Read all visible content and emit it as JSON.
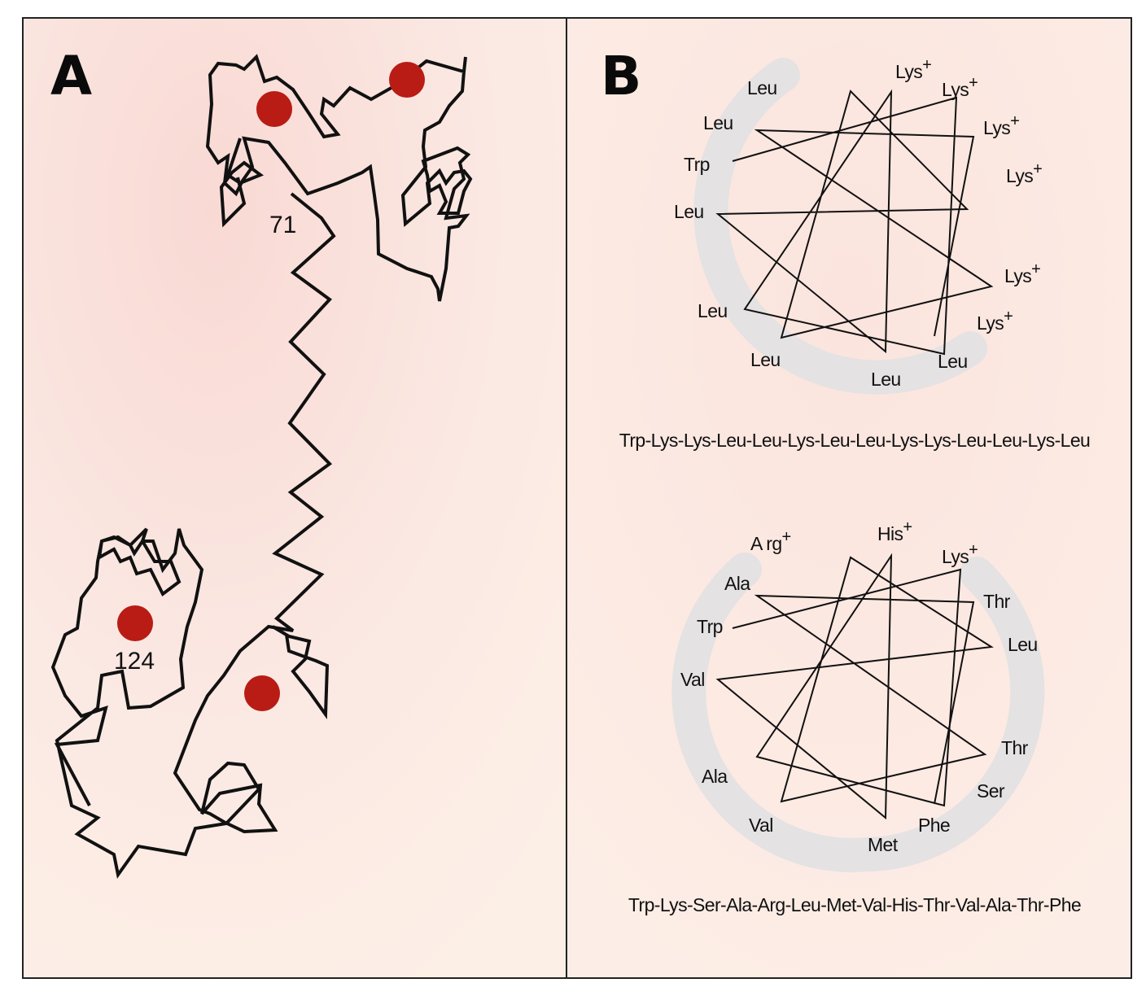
{
  "panel_a": {
    "label": "A",
    "residue_labels": [
      "71",
      "124"
    ]
  },
  "panel_b": {
    "label": "B",
    "helices": [
      {
        "residues": [
          "Leu",
          "Leu",
          "Trp",
          "Leu",
          "Leu",
          "Leu",
          "Leu",
          "Leu",
          "Lys+",
          "Lys+",
          "Lys+",
          "Lys+",
          "Lys+",
          "Lys+"
        ],
        "sequence": "Trp-Lys-Lys-Leu-Leu-Lys-Leu-Leu-Lys-Lys-Leu-Leu-Lys-Leu"
      },
      {
        "residues": [
          "Ala",
          "Trp",
          "Val",
          "Ala",
          "Val",
          "Met",
          "Phe",
          "Ser",
          "Thr",
          "Leu",
          "Thr",
          "Lys+",
          "His+",
          "A rg+"
        ],
        "sequence": "Trp-Lys-Ser-Ala-Arg-Leu-Met-Val-His-Thr-Val-Ala-Thr-Phe"
      }
    ]
  },
  "colors": {
    "background_tint": "#fbe6e0",
    "frame": "#222222",
    "backbone": "#111111",
    "marker": "#b81c14",
    "hydrophobic_band": "#e4e2e2"
  }
}
